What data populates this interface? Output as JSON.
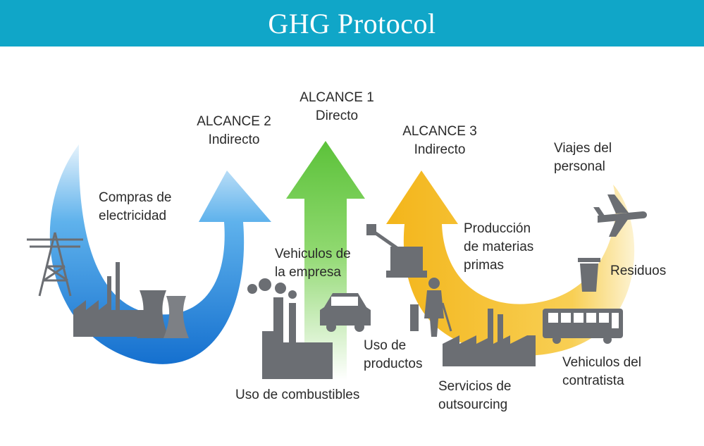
{
  "header": {
    "title": "GHG Protocol"
  },
  "colors": {
    "header": "#10a6c8",
    "scope1": "#6cc84a",
    "scope2": "#1e7fd6",
    "scope3": "#f6b91c",
    "icons": "#6b6e73"
  },
  "scopes": [
    {
      "id": "scope1",
      "title": "ALCANCE 1",
      "subtitle": "Directo"
    },
    {
      "id": "scope2",
      "title": "ALCANCE 2",
      "subtitle": "Indirecto"
    },
    {
      "id": "scope3",
      "title": "ALCANCE 3",
      "subtitle": "Indirecto"
    }
  ],
  "items": {
    "compras": [
      "Compras de",
      "electricidad"
    ],
    "vehiculos_empresa": [
      "Vehiculos de",
      "la empresa"
    ],
    "uso_productos": [
      "Uso de",
      "productos"
    ],
    "uso_combustibles": [
      "Uso de combustibles"
    ],
    "produccion": [
      "Producción",
      "de materias",
      "primas"
    ],
    "viajes": [
      "Viajes del",
      "personal"
    ],
    "residuos": [
      "Residuos"
    ],
    "vehiculos_contratista": [
      "Vehiculos del",
      "contratista"
    ],
    "servicios": [
      "Servicios de",
      "outsourcing"
    ]
  },
  "icons": [
    "power-tower-icon",
    "power-plant-icon",
    "factory-icon",
    "car-icon",
    "crane-icon",
    "worker-icon",
    "airplane-icon",
    "trash-can-icon",
    "bus-icon",
    "outsourcing-factory-icon"
  ]
}
